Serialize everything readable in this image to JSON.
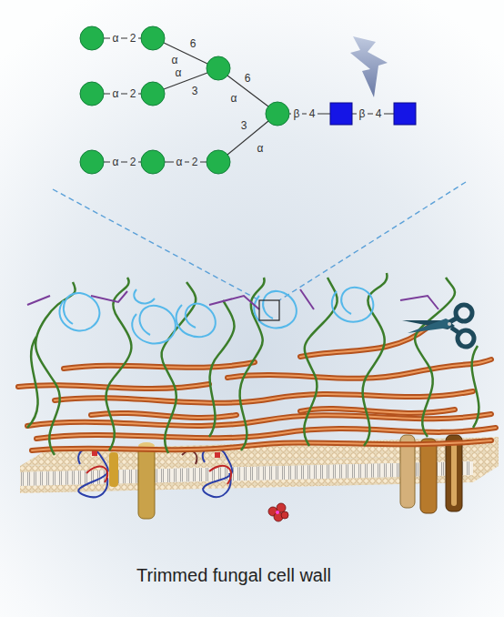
{
  "diagram": {
    "caption": "Trimmed fungal cell wall",
    "labels": [
      "α",
      "2",
      "6",
      "α",
      "α",
      "2",
      "α",
      "3",
      "6",
      "α",
      "α",
      "2",
      "α",
      "2",
      "3",
      "α",
      "β",
      "4",
      "β",
      "4"
    ]
  }
}
